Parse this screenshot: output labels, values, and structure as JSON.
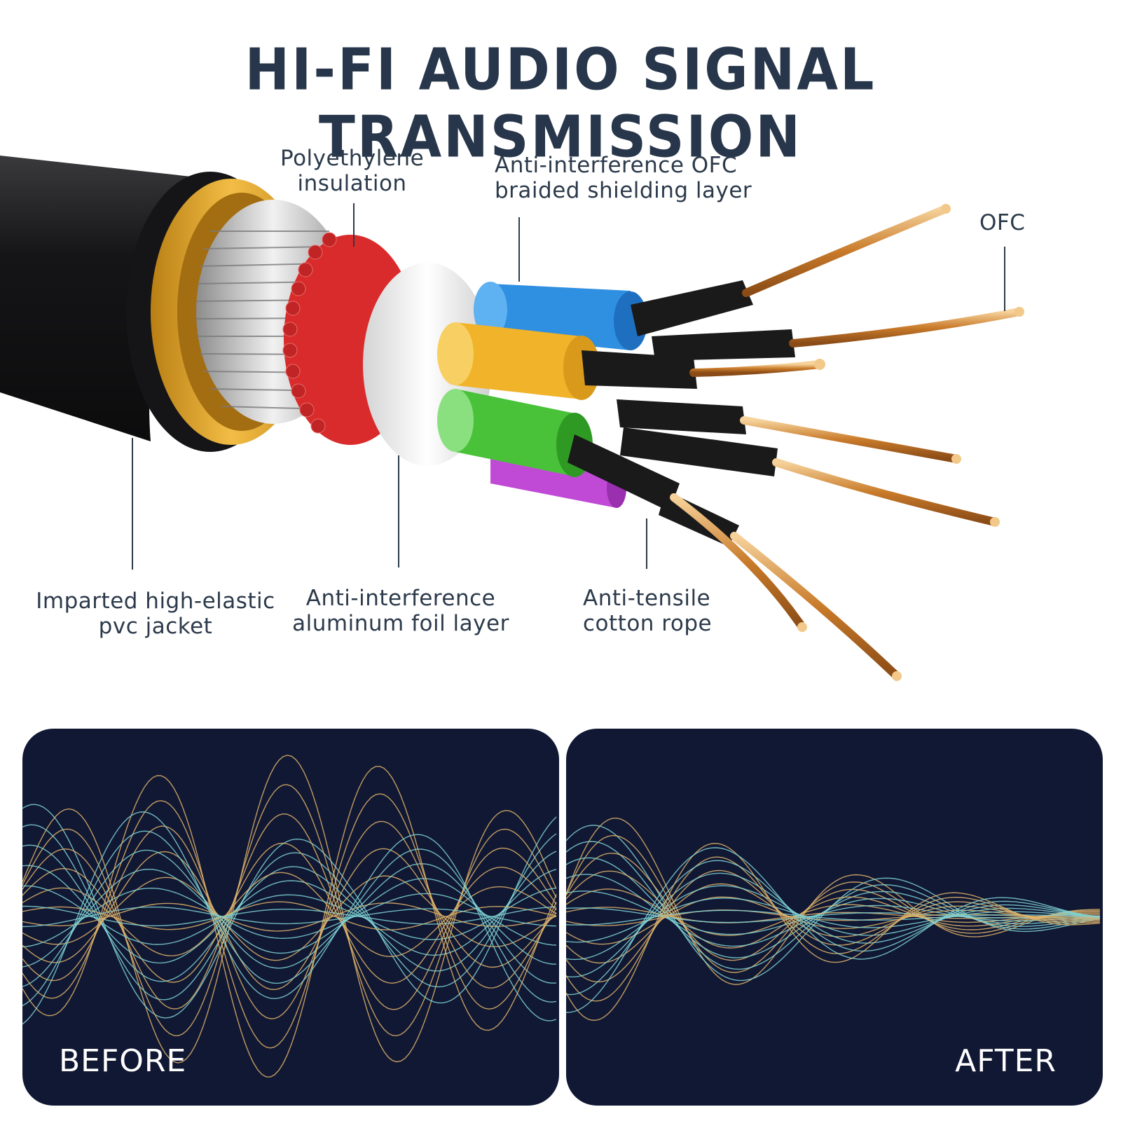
{
  "title": "HI-FI AUDIO SIGNAL TRANSMISSION",
  "labels": {
    "polyethylene": "Polyethylene\ninsulation",
    "braided": "Anti-interference OFC\nbraided shielding layer",
    "ofc": "OFC",
    "pvc": "Imparted high-elastic\npvc jacket",
    "aluminum": "Anti-interference\naluminum foil layer",
    "cotton": "Anti-tensile\ncotton rope"
  },
  "panels": {
    "before": "BEFORE",
    "after": "AFTER"
  },
  "colors": {
    "panel_bg": "#111834",
    "wave_gold": "#e0b46a",
    "wave_teal": "#7fd3d6",
    "title": "#27364a",
    "jacket": "#1c1c1e",
    "gold_ring": "#e8a92e",
    "red_layer": "#d92b2b",
    "blue_core": "#2f8fe0",
    "green_core": "#49c23a",
    "yellow_core": "#f0b32a",
    "purple_core": "#c04ad6",
    "copper": "#d9973f"
  }
}
